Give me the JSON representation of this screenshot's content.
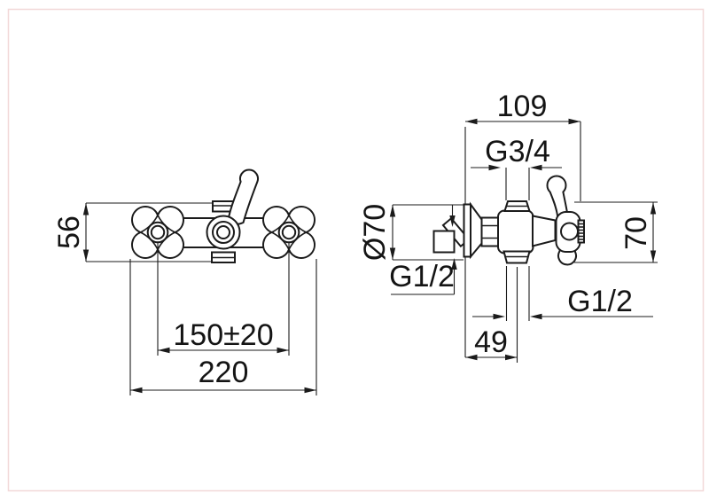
{
  "drawing": {
    "background_color": "#ffffff",
    "border_color": "#f2d8d8",
    "line_color": "#1b1b1b",
    "front_view": {
      "height_label": "56",
      "handle_spacing_label": "150±20",
      "overall_width_label": "220"
    },
    "side_view": {
      "depth_label": "109",
      "top_thread_label": "G3/4",
      "flange_diameter_label": "Ø70",
      "wall_thread_label": "G1/2",
      "handle_height_label": "70",
      "outlet_thread_label": "G1/2",
      "outlet_offset_label": "49"
    }
  }
}
